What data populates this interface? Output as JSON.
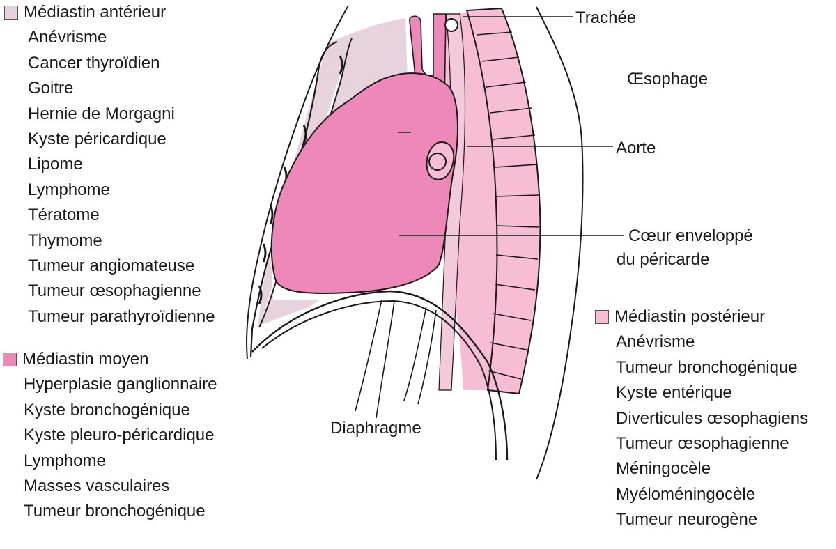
{
  "colors": {
    "anterior": "#e6d3de",
    "middle": "#ee88b8",
    "posterior": "#f6bdd5",
    "outline": "#1a1a1a"
  },
  "legend": {
    "anterior": {
      "title": "Médiastin antérieur",
      "items": [
        "Anévrisme",
        "Cancer thyroïdien",
        "Goitre",
        "Hernie de Morgagni",
        "Kyste péricardique",
        "Lipome",
        "Lymphome",
        "Tératome",
        "Thymome",
        "Tumeur angiomateuse",
        "Tumeur œsophagienne",
        "Tumeur parathyroïdienne"
      ]
    },
    "middle": {
      "title": "Médiastin moyen",
      "items": [
        "Hyperplasie ganglionnaire",
        "Kyste bronchogénique",
        "Kyste pleuro-péricardique",
        "Lymphome",
        "Masses vasculaires",
        "Tumeur bronchogénique"
      ]
    },
    "posterior": {
      "title": "Médiastin postérieur",
      "items": [
        "Anévrisme",
        "Tumeur bronchogénique",
        "Kyste entérique",
        "Diverticules œsophagiens",
        "Tumeur œsophagienne",
        "Méningocèle",
        "Myéloméningocèle",
        "Tumeur neurogène"
      ]
    }
  },
  "labels": {
    "trachea": "Trachée",
    "esophagus": "Œsophage",
    "aorta": "Aorte",
    "heart_line1": "Cœur enveloppé",
    "heart_line2": "du péricarde",
    "diaphragm": "Diaphragme"
  }
}
